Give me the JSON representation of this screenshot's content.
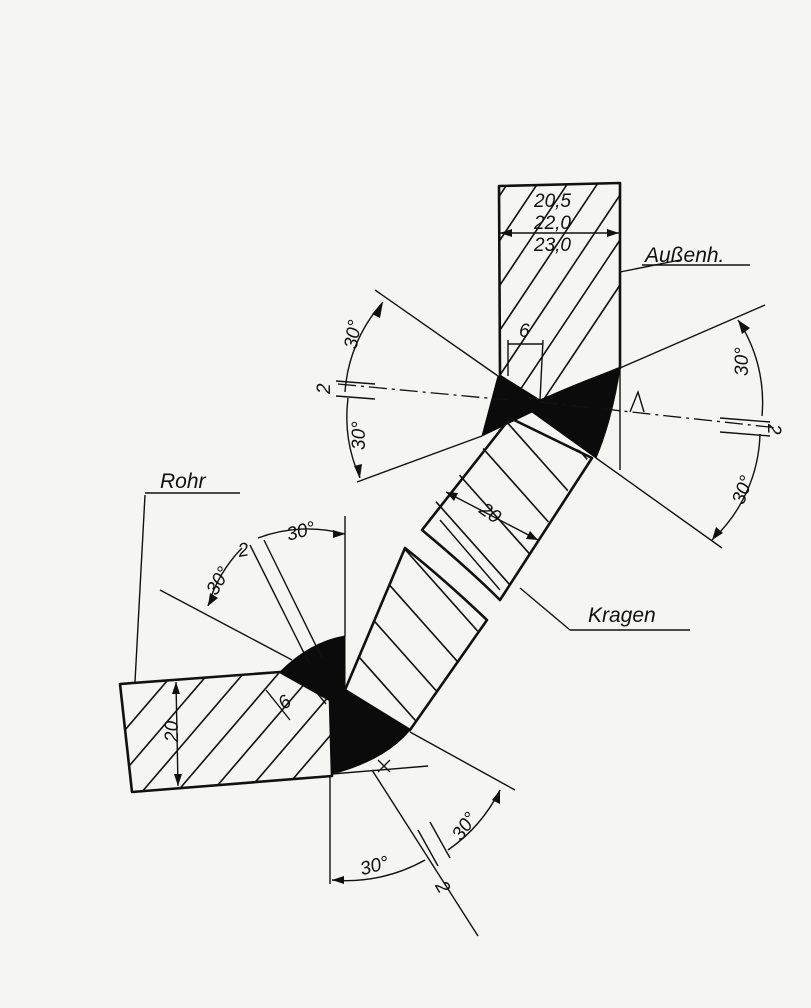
{
  "labels": {
    "thickness_1": "20,5",
    "thickness_2": "22,0",
    "thickness_3": "23,0",
    "outer_part": "Außenh.",
    "pipe": "Rohr",
    "collar": "Kragen",
    "collar_thickness": "20",
    "pipe_thickness": "20",
    "root_face_upper": "6",
    "root_face_lower": "6",
    "angle_ul_top": "30°",
    "angle_ul_bottom": "30°",
    "gap_ul": "2",
    "angle_ur_top": "30°",
    "angle_ur_bottom": "30°",
    "gap_ur": "2",
    "angle_ll_left": "30°",
    "angle_ll_right": "30°",
    "gap_ll": "2",
    "angle_lr_left": "30°",
    "angle_lr_right": "30°",
    "gap_lr": "2"
  },
  "colors": {
    "ink": "#111111",
    "paper": "#f5f5f3",
    "weld": "#0b0b0b"
  }
}
